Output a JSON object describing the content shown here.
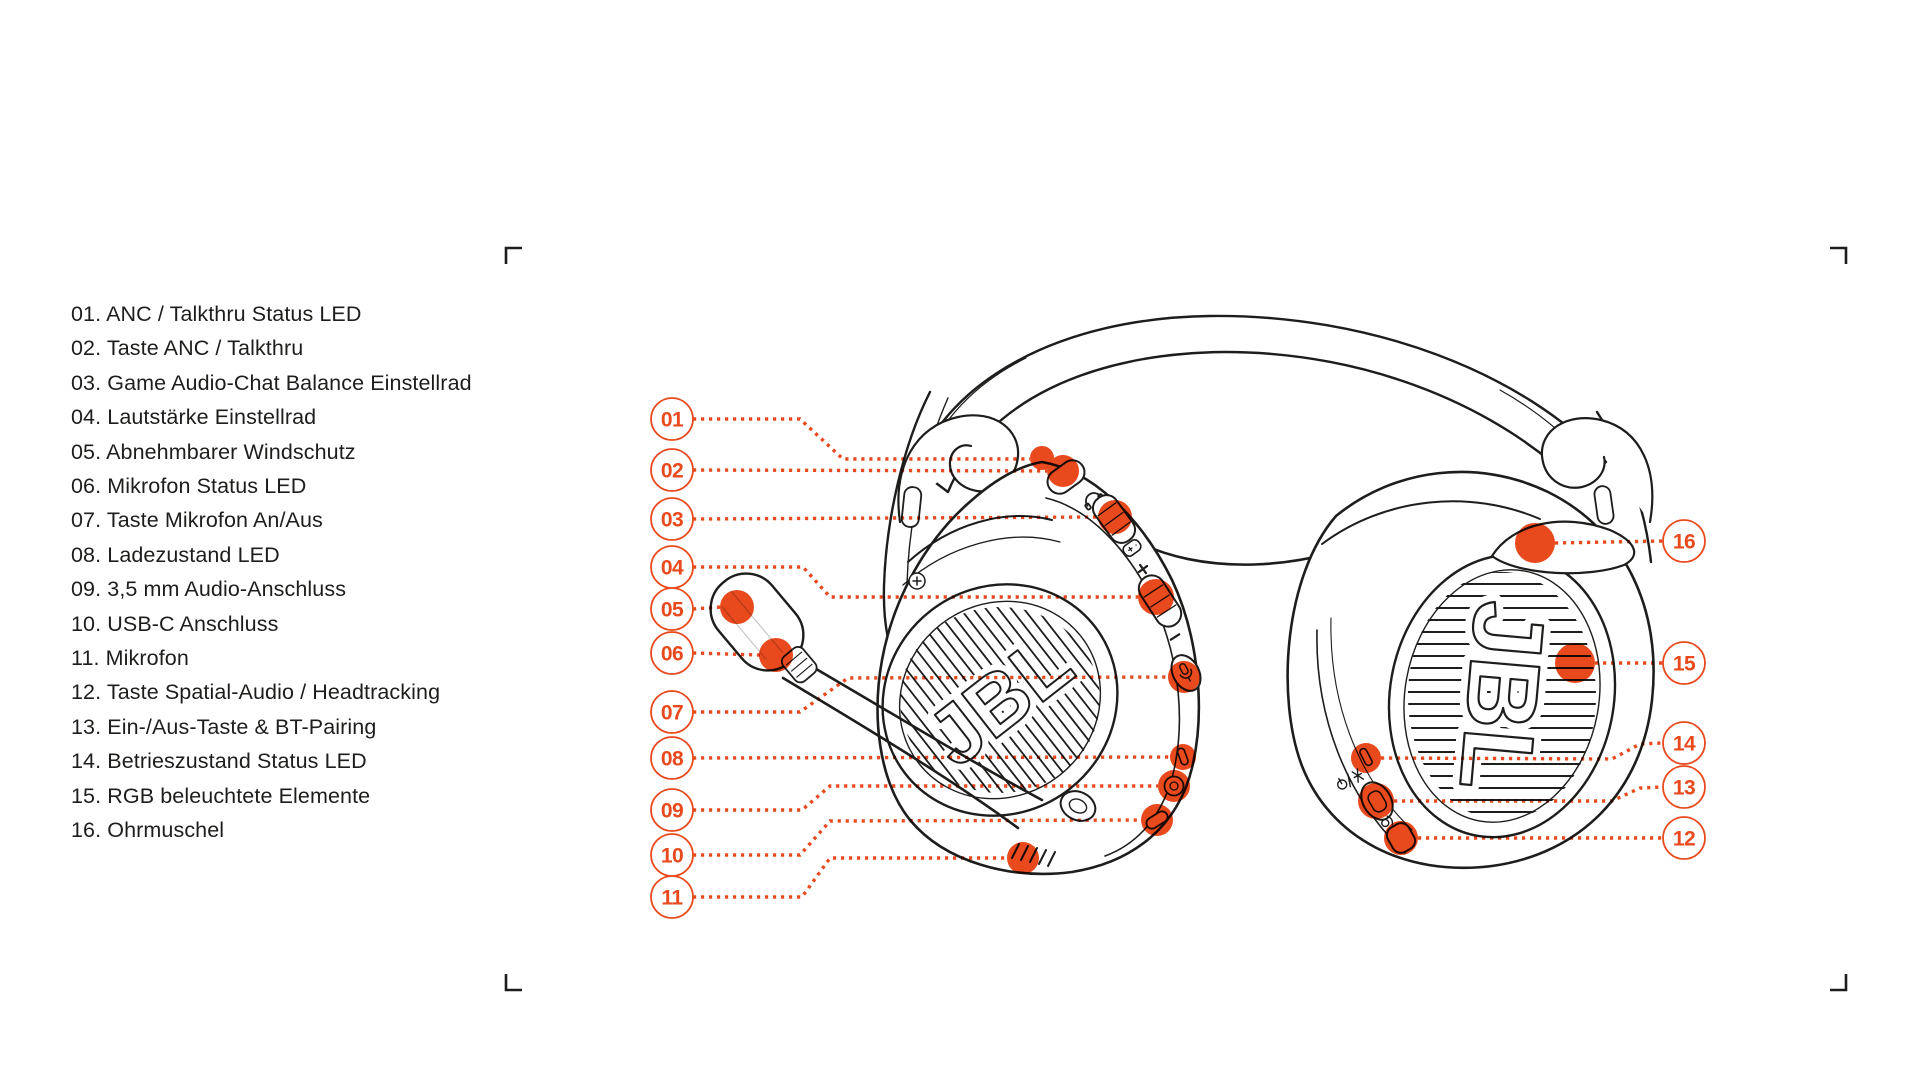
{
  "document": {
    "type": "product-parts-diagram",
    "language": "de",
    "product": "wireless-gaming-headset"
  },
  "brand_logo": "JBL",
  "colors": {
    "accent_orange": "#E8491D",
    "line_black": "#1D1D1B",
    "background": "#FFFFFF"
  },
  "parts": [
    {
      "num": "01",
      "label": "ANC / Talkthru Status LED"
    },
    {
      "num": "02",
      "label": "Taste ANC / Talkthru"
    },
    {
      "num": "03",
      "label": "Game Audio-Chat Balance Einstellrad"
    },
    {
      "num": "04",
      "label": "Lautstärke Einstellrad"
    },
    {
      "num": "05",
      "label": "Abnehmbarer Windschutz"
    },
    {
      "num": "06",
      "label": "Mikrofon Status LED"
    },
    {
      "num": "07",
      "label": "Taste Mikrofon An/Aus"
    },
    {
      "num": "08",
      "label": "Ladezustand LED"
    },
    {
      "num": "09",
      "label": "3,5 mm Audio-Anschluss"
    },
    {
      "num": "10",
      "label": "USB-C Anschluss"
    },
    {
      "num": "11",
      "label": "Mikrofon"
    },
    {
      "num": "12",
      "label": "Taste Spatial-Audio / Headtracking"
    },
    {
      "num": "13",
      "label": "Ein-/Aus-Taste & BT-Pairing"
    },
    {
      "num": "14",
      "label": "Betrieszustand Status LED"
    },
    {
      "num": "15",
      "label": "RGB beleuchtete Elemente"
    },
    {
      "num": "16",
      "label": "Ohrmuschel"
    }
  ],
  "icons": [
    "headset-icon",
    "game-controller-icon",
    "plus-icon",
    "minus-icon",
    "mic-icon",
    "power-bluetooth-icon",
    "spatial-audio-icon",
    "crop-corner-marks",
    "jbl-logo"
  ],
  "volume_markings": {
    "plus": "+",
    "minus": "—"
  }
}
